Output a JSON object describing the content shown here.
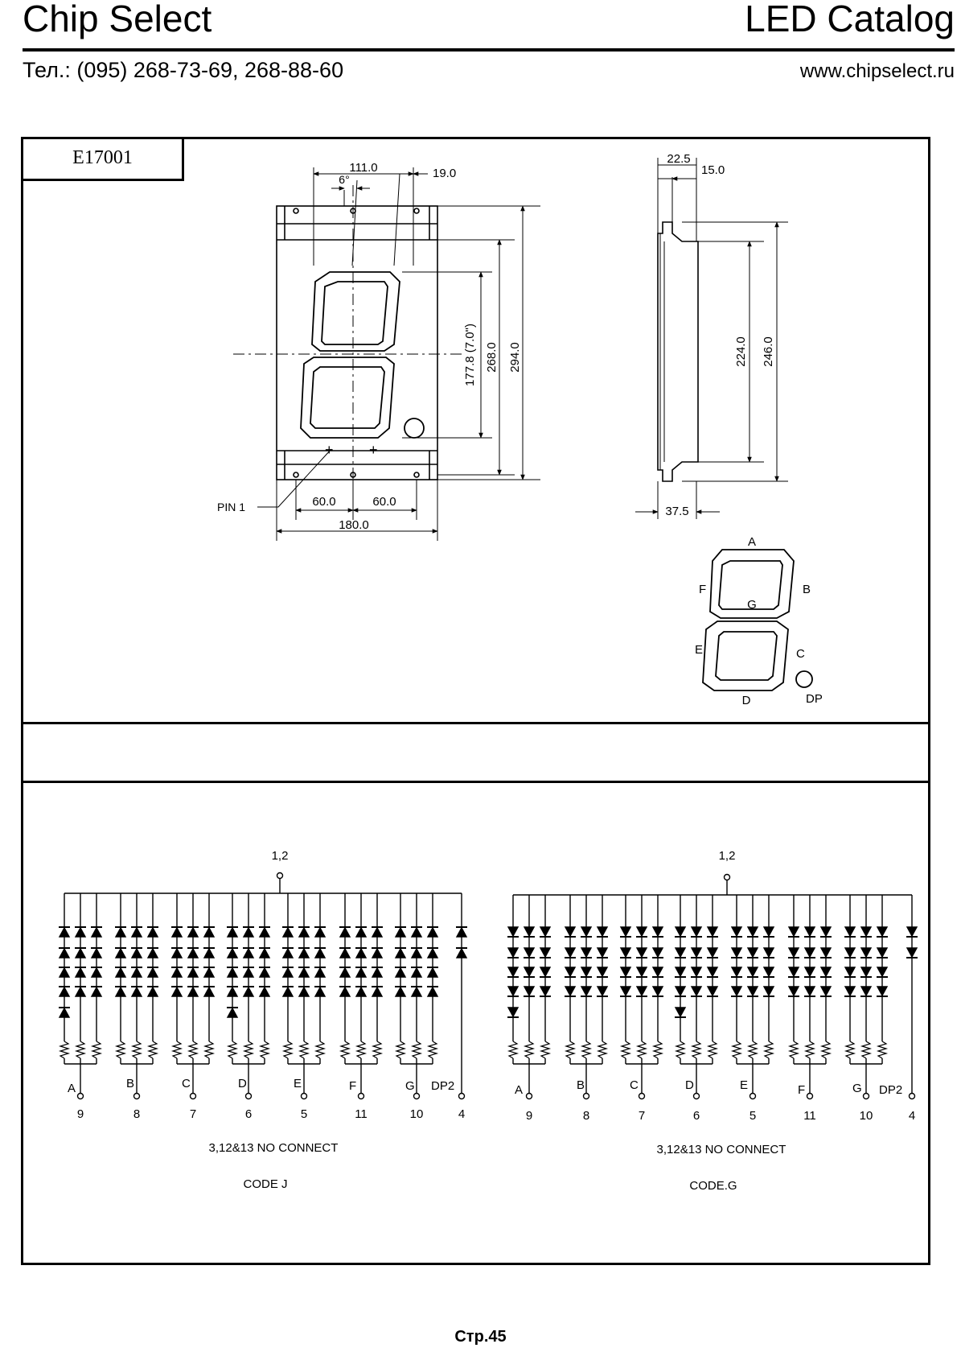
{
  "header": {
    "brand": "Chip Select",
    "catalog": "LED Catalog",
    "phone": "Тел.: (095) 268-73-69, 268-88-60",
    "website": "www.chipselect.ru"
  },
  "part_number": "E17001",
  "front_view": {
    "width_top": "111.0",
    "slant": "6°",
    "offset": "19.0",
    "digit_height": "177.8 (7.0\")",
    "height_inner": "268.0",
    "height_outer": "294.0",
    "pitch_left": "60.0",
    "pitch_right": "60.0",
    "width_total": "180.0",
    "pin1": "PIN 1"
  },
  "side_view": {
    "depth_top": "22.5",
    "lip": "15.0",
    "height_inner": "224.0",
    "height_outer": "246.0",
    "depth_bottom": "37.5"
  },
  "segments": {
    "a": "A",
    "b": "B",
    "c": "C",
    "d": "D",
    "e": "E",
    "f": "F",
    "g": "G",
    "dp": "DP"
  },
  "circuits": [
    {
      "common_pin": "1,2",
      "segments": [
        "A",
        "B",
        "C",
        "D",
        "E",
        "F",
        "G",
        "DP2"
      ],
      "pins": [
        "9",
        "8",
        "7",
        "6",
        "5",
        "11",
        "10",
        "4"
      ],
      "note": "3,12&13 NO CONNECT",
      "code": "CODE J"
    },
    {
      "common_pin": "1,2",
      "segments": [
        "A",
        "B",
        "C",
        "D",
        "E",
        "F",
        "G",
        "DP2"
      ],
      "pins": [
        "9",
        "8",
        "7",
        "6",
        "5",
        "11",
        "10",
        "4"
      ],
      "note": "3,12&13 NO CONNECT",
      "code": "CODE.G"
    }
  ],
  "footer": {
    "page": "Стр.45"
  }
}
